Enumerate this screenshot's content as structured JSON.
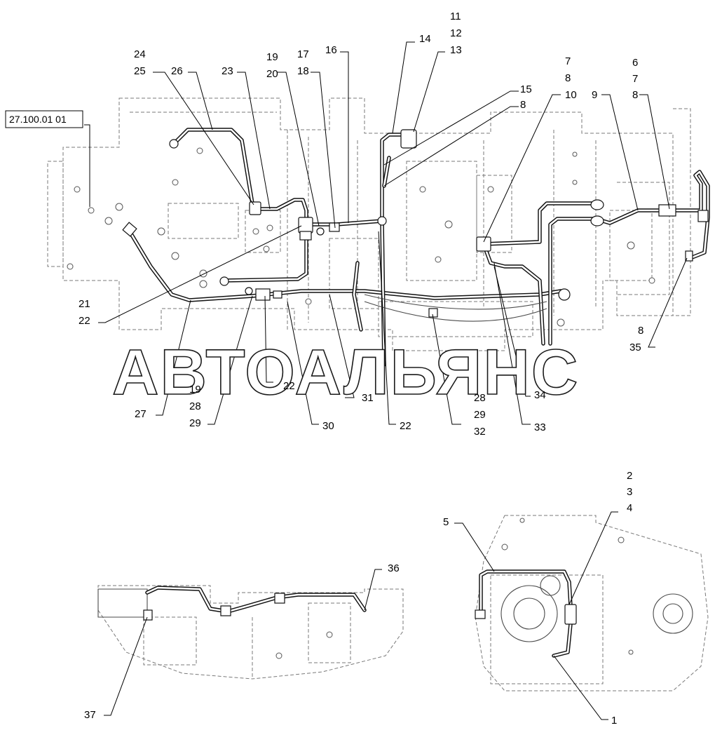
{
  "watermark": "АВТОАЛЬЯНС",
  "reference_box": "27.100.01 01",
  "callouts": [
    "1",
    "2",
    "3",
    "4",
    "5",
    "6",
    "7",
    "8",
    "9",
    "10",
    "11",
    "12",
    "13",
    "14",
    "15",
    "16",
    "17",
    "18",
    "19",
    "20",
    "21",
    "22",
    "23",
    "24",
    "25",
    "26",
    "27",
    "28",
    "29",
    "30",
    "31",
    "32",
    "33",
    "34",
    "35",
    "36",
    "37"
  ],
  "labels": {
    "l24": "24",
    "l25": "25",
    "l26": "26",
    "l23": "23",
    "l19a": "19",
    "l20": "20",
    "l17": "17",
    "l18": "18",
    "l16": "16",
    "l14": "14",
    "l11": "11",
    "l12": "12",
    "l13": "13",
    "l15": "15",
    "l8a": "8",
    "l7a": "7",
    "l8b": "8",
    "l10": "10",
    "l9": "9",
    "l6": "6",
    "l7b": "7",
    "l8c": "8",
    "l21": "21",
    "l22a": "22",
    "l8d": "8",
    "l35": "35",
    "l22b": "22",
    "l19b": "19",
    "l28a": "28",
    "l29a": "29",
    "l27": "27",
    "l31": "31",
    "l30": "30",
    "l22c": "22",
    "l28b": "28",
    "l29b": "29",
    "l32": "32",
    "l34": "34",
    "l33": "33",
    "l2": "2",
    "l3": "3",
    "l4": "4",
    "l5": "5",
    "l1": "1",
    "l36": "36",
    "l37": "37"
  }
}
